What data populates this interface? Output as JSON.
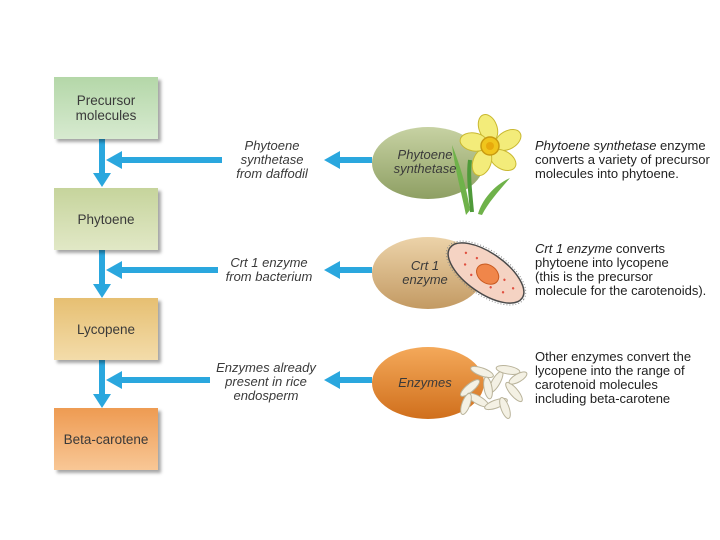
{
  "colors": {
    "arrow": "#2aa7de",
    "oval_green": "#a8b97e",
    "oval_tan": "#d8b98a",
    "oval_orange": "#e8872e"
  },
  "pathway": [
    {
      "label": "Precursor\nmolecules"
    },
    {
      "label": "Phytoene"
    },
    {
      "label": "Lycopene"
    },
    {
      "label": "Beta-carotene"
    }
  ],
  "enzymes": [
    {
      "label": "Phytoene\nsynthetase\nfrom daffodil",
      "oval": "Phytoene\nsynthetase",
      "icon": "daffodil-icon",
      "desc_italic": "Phytoene synthetase",
      "desc_rest": " enzyme\nconverts a variety of precursor\nmolecules into phytoene."
    },
    {
      "label": "Crt 1 enzyme\nfrom bacterium",
      "oval": "Crt 1\nenzyme",
      "icon": "bacterium-icon",
      "desc_italic": "Crt 1 enzyme",
      "desc_rest": " converts\nphytoene into lycopene\n(this is the precursor\nmolecule for the carotenoids)."
    },
    {
      "label": "Enzymes already\npresent in rice\nendosperm",
      "oval": "Enzymes",
      "icon": "rice-grains-icon",
      "desc_italic": "",
      "desc_rest": "Other enzymes convert the\nlycopene into the range of\ncarotenoid molecules\nincluding beta-carotene"
    }
  ]
}
